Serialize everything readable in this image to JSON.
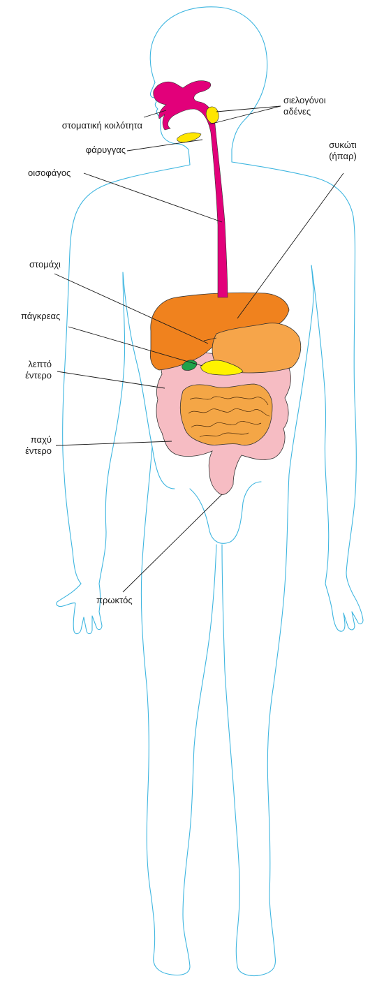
{
  "labels": {
    "oral_cavity": "στοματική κοιλότητα",
    "pharynx": "φάρυγγας",
    "esophagus": "οισοφάγος",
    "stomach": "στομάχι",
    "pancreas": "πάγκρεας",
    "small_intestine_1": "λεπτό",
    "small_intestine_2": "έντερο",
    "large_intestine_1": "παχύ",
    "large_intestine_2": "έντερο",
    "salivary_glands_1": "σιελογόνοι",
    "salivary_glands_2": "αδένες",
    "liver_1": "συκώτι",
    "liver_2": "(ήπαρ)",
    "anus": "πρωκτός"
  },
  "colors": {
    "body_outline": "#3fb6e0",
    "esophagus_mouth": "#e2007a",
    "salivary_glands": "#ffe600",
    "liver": "#f0821e",
    "stomach": "#f6a54a",
    "small_intestine": "#f4a646",
    "large_intestine": "#f6bcc3",
    "gallbladder": "#1fa24a",
    "pancreas": "#fff200"
  }
}
